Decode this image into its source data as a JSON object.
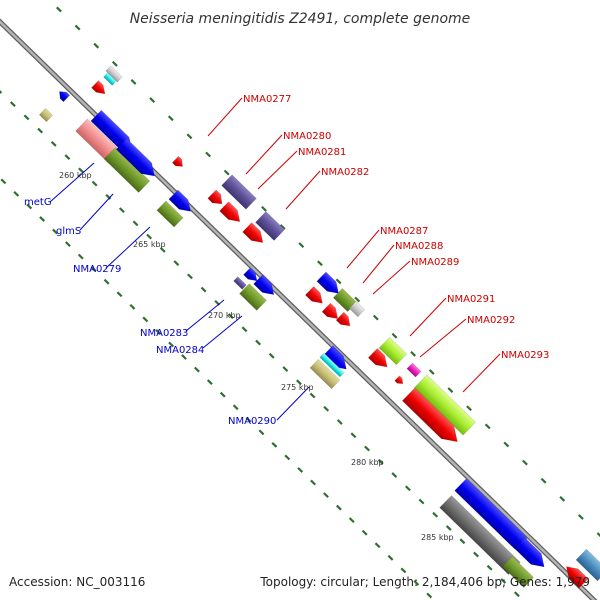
{
  "title": "Neisseria meningitidis Z2491, complete genome",
  "accession": "Accession: NC_003116",
  "topology": "Topology: circular; Length: 2,184,406 bp; Genes: 1,979",
  "colors": {
    "backbone": "#999999",
    "tick": "#336633",
    "forward_label": "#cc0000",
    "reverse_label": "#0000cc"
  },
  "scale_labels": [
    "260 kbp",
    "265 kbp",
    "270 kbp",
    "275 kbp",
    "280 kbp",
    "285 kbp"
  ],
  "forward_gene_labels": [
    "NMA0277",
    "NMA0280",
    "NMA0281",
    "NMA0282",
    "NMA0287",
    "NMA0288",
    "NMA0289",
    "NMA0291",
    "NMA0292",
    "NMA0293"
  ],
  "reverse_gene_labels": [
    "metG",
    "glmS",
    "NMA0279",
    "NMA0283",
    "NMA0284",
    "NMA0290"
  ]
}
